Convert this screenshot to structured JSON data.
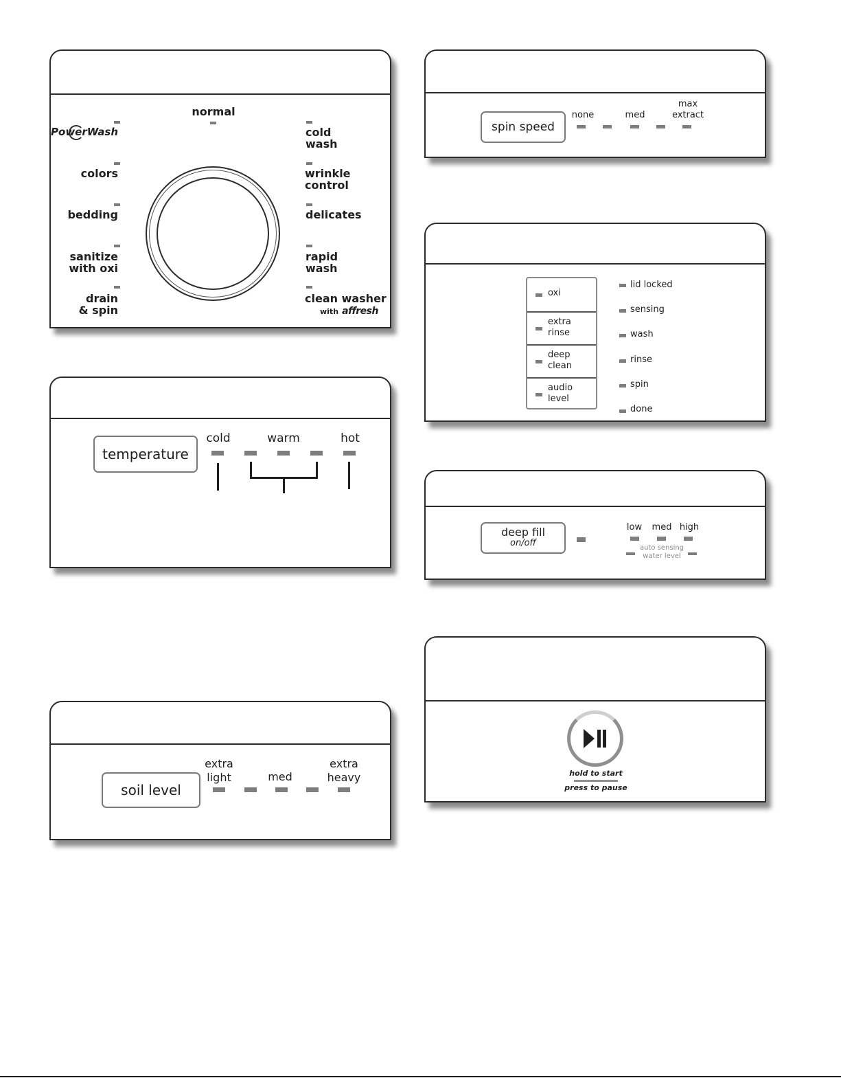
{
  "cycle_panel": {
    "knob_label_center": "normal",
    "left_cycles": [
      {
        "label": "PowerWash"
      },
      {
        "label": "colors"
      },
      {
        "label": "bedding"
      },
      {
        "label": "sanitize\nwith oxi"
      },
      {
        "label": "drain\n& spin"
      }
    ],
    "right_cycles": [
      {
        "label": "cold\nwash"
      },
      {
        "label": "wrinkle\ncontrol"
      },
      {
        "label": "delicates"
      },
      {
        "label": "rapid\nwash"
      },
      {
        "label": "clean washer"
      }
    ],
    "clean_washer_with": "with",
    "clean_washer_brand": "affresh"
  },
  "temperature_panel": {
    "button_label": "temperature",
    "options": [
      "cold",
      "warm",
      "hot"
    ]
  },
  "soil_panel": {
    "button_label": "soil level",
    "options": [
      "extra\nlight",
      "med",
      "extra\nheavy"
    ]
  },
  "spin_panel": {
    "button_label": "spin speed",
    "options": [
      "none",
      "med",
      "max\nextract"
    ]
  },
  "options_panel": {
    "option_buttons": [
      "oxi",
      "extra\nrinse",
      "deep\nclean",
      "audio\nlevel"
    ],
    "status_lights": [
      "lid locked",
      "sensing",
      "wash",
      "rinse",
      "spin",
      "done"
    ]
  },
  "deep_fill_panel": {
    "button_label": "deep fill",
    "button_sub": "on/off",
    "levels": [
      "low",
      "med",
      "high"
    ],
    "auto_sensing": "auto sensing\nwater level"
  },
  "start_panel": {
    "hold_label": "hold to start",
    "press_label": "press to pause",
    "icon": "play-pause-icon"
  }
}
